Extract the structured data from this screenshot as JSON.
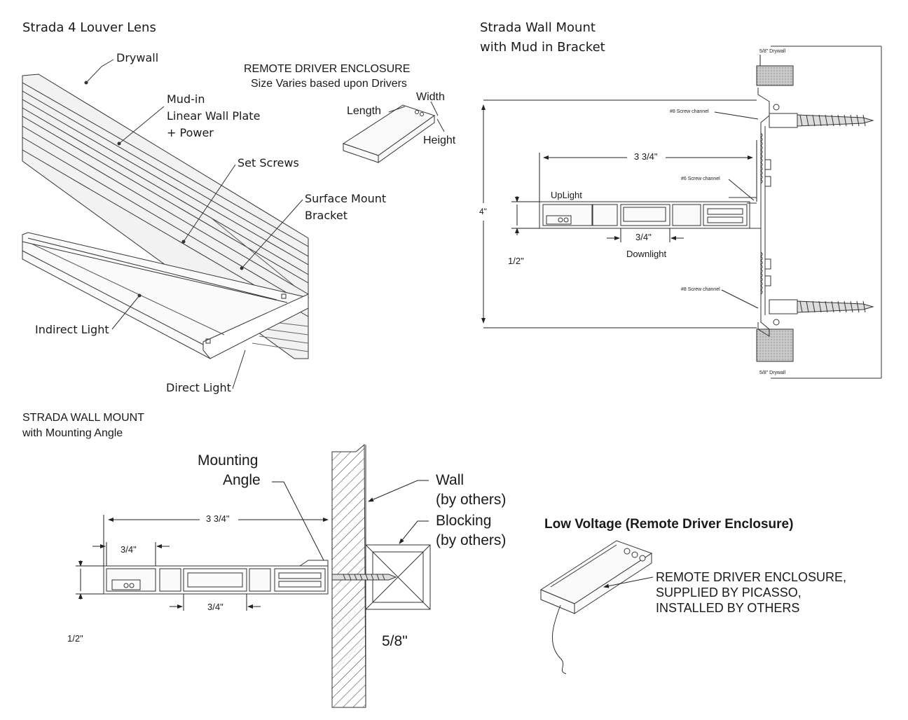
{
  "panel1": {
    "title": "Strada 4 Louver Lens",
    "drywall": "Drywall",
    "mudin_1": "Mud-in",
    "mudin_2": "Linear Wall Plate",
    "mudin_3": "+ Power",
    "set_screws": "Set Screws",
    "surface_1": "Surface Mount",
    "surface_2": "Bracket",
    "indirect": "Indirect Light",
    "direct": "Direct Light",
    "enclosure_title": "REMOTE DRIVER ENCLOSURE",
    "enclosure_sub": "Size Varies based upon Drivers",
    "length": "Length",
    "width": "Width",
    "height": "Height"
  },
  "panel2": {
    "title_1": "Strada Wall Mount",
    "title_2": "with Mud in Bracket",
    "drywall_top": "5/8\" Drywall",
    "drywall_bottom": "5/8\" Drywall",
    "screw_channel_8_top": "#8 Screw channel",
    "screw_channel_6": "#6 Screw channel",
    "screw_channel_8_bottom": "#8 Screw channel",
    "dim_width": "3 3/4\"",
    "dim_height": "4\"",
    "dim_half": "1/2\"",
    "dim_34": "3/4\"",
    "uplight": "UpLight",
    "downlight": "Downlight"
  },
  "panel3": {
    "title_1": "STRADA WALL MOUNT",
    "title_2": "with Mounting Angle",
    "mounting_1": "Mounting",
    "mounting_2": "Angle",
    "wall_1": "Wall",
    "wall_2": "(by others)",
    "blocking_1": "Blocking",
    "blocking_2": "(by others)",
    "dim_width": "3 3/4\"",
    "dim_34_top": "3/4\"",
    "dim_34_bottom": "3/4\"",
    "dim_half": "1/2\"",
    "dim_58": "5/8\""
  },
  "panel4": {
    "title": "Low Voltage (Remote Driver Enclosure)",
    "line_1": "REMOTE DRIVER ENCLOSURE,",
    "line_2": "SUPPLIED BY PICASSO,",
    "line_3": "INSTALLED BY OTHERS"
  }
}
